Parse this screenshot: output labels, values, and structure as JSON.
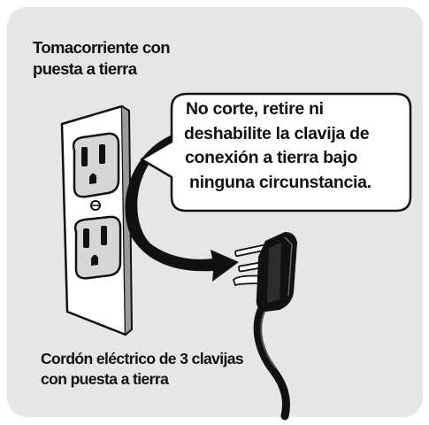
{
  "labels": {
    "outlet_title_line1": "Tomacorriente con",
    "outlet_title_line2": "puesta a tierra",
    "cord_line1": "Cordón eléctrico de 3 clavijas",
    "cord_line2": "con puesta a tierra"
  },
  "callout": {
    "line1": "No corte, retire ni",
    "line2": "deshabilite la clavija de",
    "line3": "conexión a tierra bajo",
    "line4": "ninguna circunstancia."
  },
  "colors": {
    "panel": "#e6e6e6",
    "ink": "#111111",
    "plate": "#ffffff",
    "outlet": "#d8d8d8"
  },
  "icons": [
    "wall-outlet-icon",
    "grounded-plug-icon",
    "pointer-arrow-icon"
  ]
}
